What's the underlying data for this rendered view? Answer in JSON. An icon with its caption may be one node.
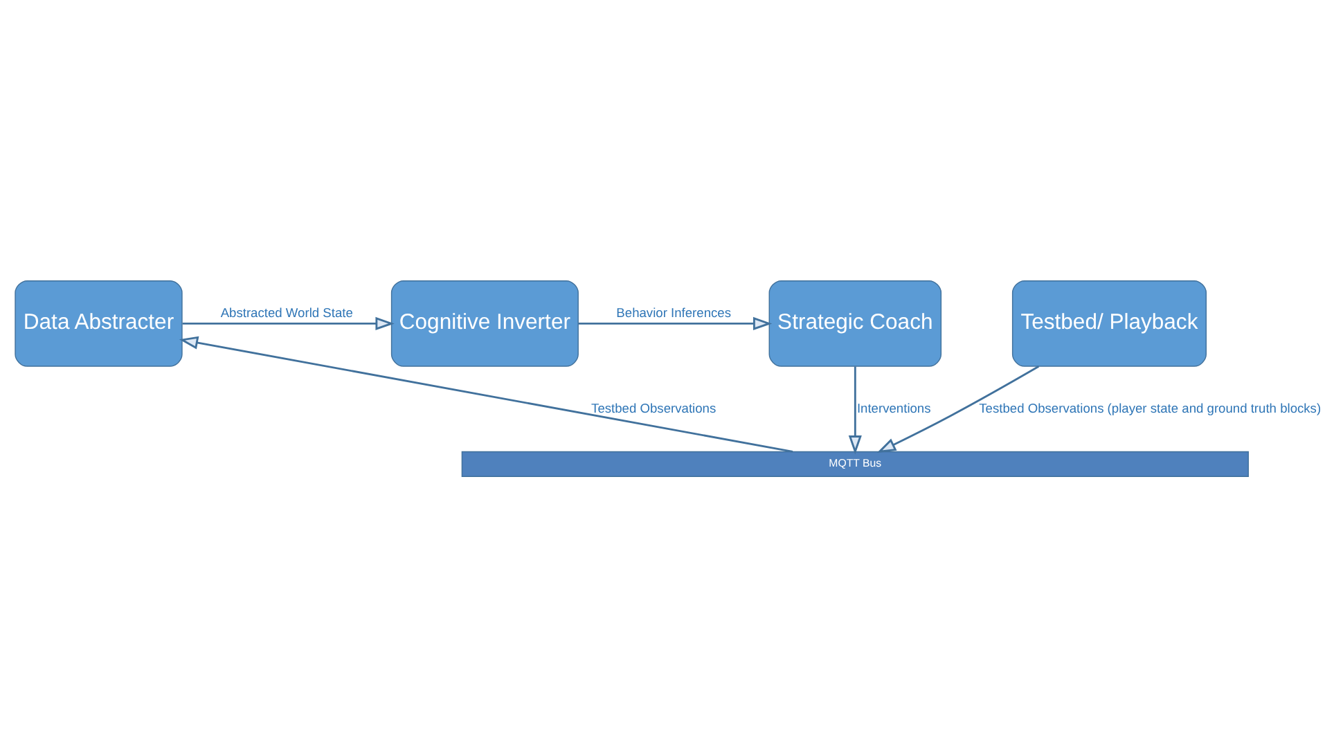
{
  "diagram": {
    "nodes": [
      {
        "text": [
          "Data Abstracter"
        ]
      },
      {
        "text": [
          "Cognitive Inverter"
        ]
      },
      {
        "text": [
          "Strategic Coach"
        ]
      },
      {
        "text": [
          "MQTT Bus"
        ]
      },
      {
        "text": [
          "Testbed/ Playback"
        ]
      }
    ],
    "edges": [
      {
        "from": 0,
        "to": 1,
        "arrow": "to",
        "label": "Abstracted World State"
      },
      {
        "from": 1,
        "to": 2,
        "arrow": "to",
        "label": "Behavior Inferences"
      },
      {
        "from": 2,
        "to": 3,
        "arrow": "to",
        "label": "Interventions"
      },
      {
        "from": 3,
        "to": 0,
        "arrow": "to",
        "label": "Testbed Observations"
      },
      {
        "from": 4,
        "to": 3,
        "arrow": "to",
        "label": "Testbed Observations (player state and ground truth blocks)"
      }
    ]
  }
}
